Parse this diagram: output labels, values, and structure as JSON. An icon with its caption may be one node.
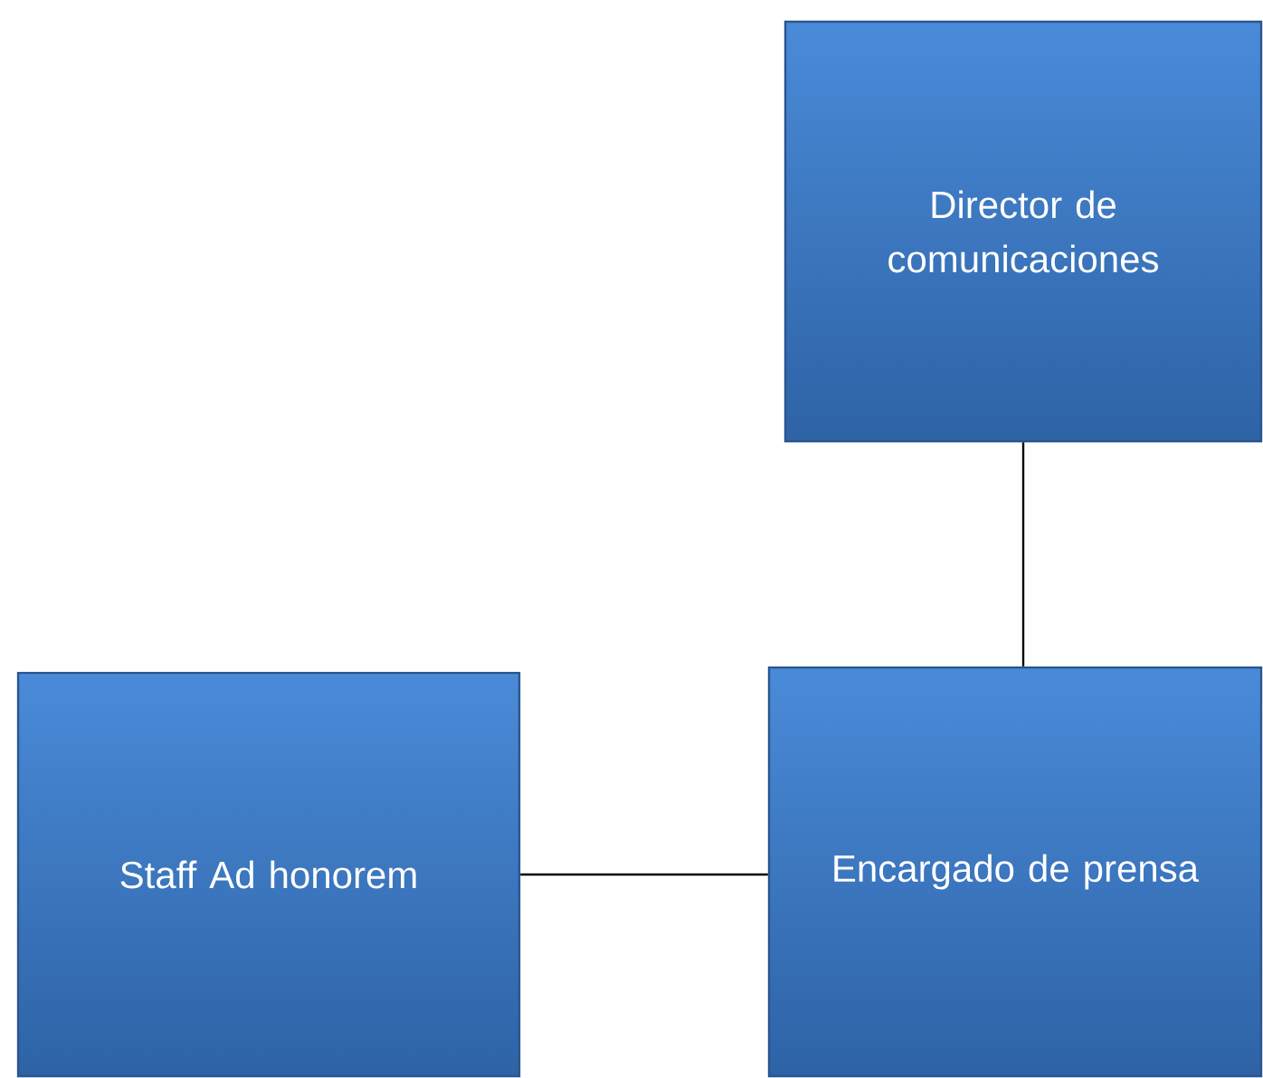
{
  "diagram": {
    "nodes": [
      {
        "text": [
          "Director de comunicaciones"
        ]
      },
      {
        "text": [
          "Encargado de prensa"
        ]
      },
      {
        "text": [
          "Staff Ad honorem"
        ]
      }
    ],
    "edges": [
      {
        "from": 0,
        "to": 1,
        "arrow": "none"
      },
      {
        "from": 2,
        "to": 1,
        "arrow": "none"
      }
    ]
  }
}
